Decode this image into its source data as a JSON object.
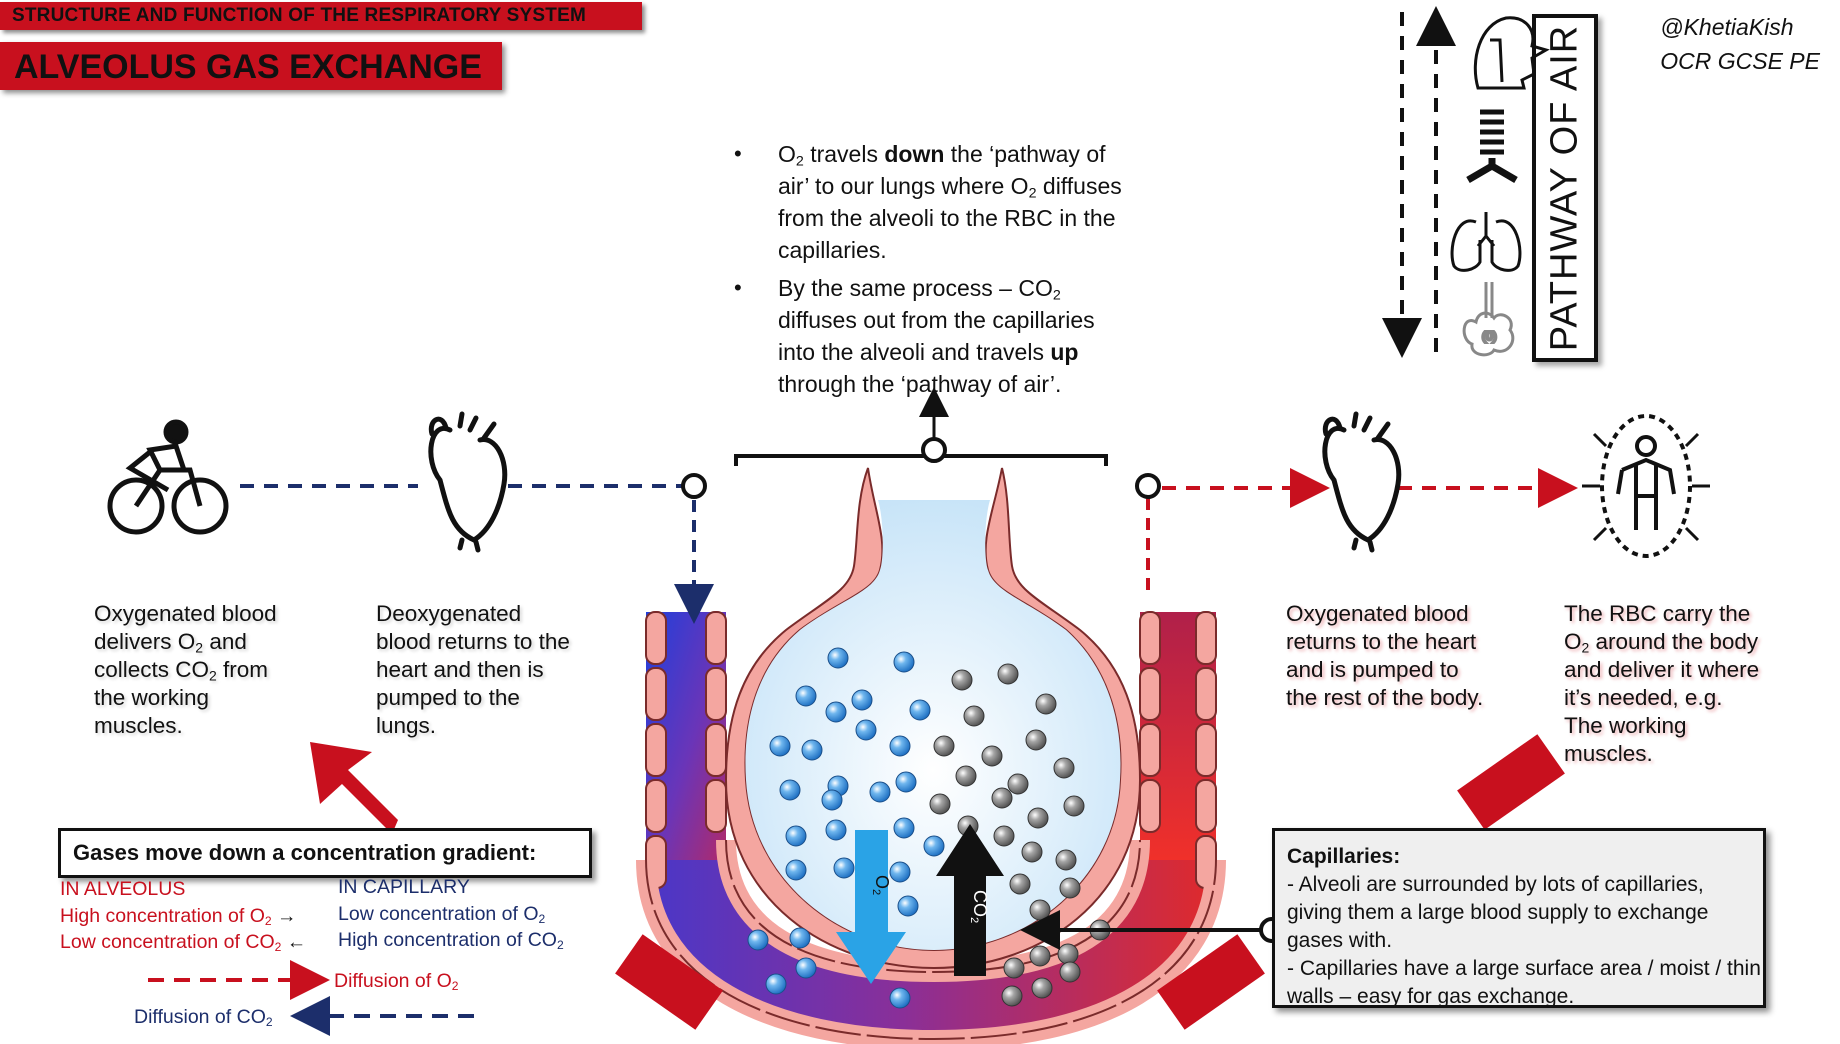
{
  "header": {
    "subtitle": "STRUCTURE AND FUNCTION OF THE RESPIRATORY SYSTEM",
    "title": "ALVEOLUS GAS EXCHANGE"
  },
  "credit": {
    "handle": "@KhetiaKish",
    "course": "OCR GCSE PE"
  },
  "pathway": {
    "label": "PATHWAY OF AIR",
    "icons": [
      "head-airway-icon",
      "trachea-icon",
      "lungs-icon",
      "alveoli-icon"
    ]
  },
  "bullets": {
    "b1": {
      "pre": "O",
      "sub": "2",
      "mid": " travels ",
      "bold": "down",
      "post": " the ‘pathway of air’ to our lungs where O",
      "sub2": "2",
      "end": " diffuses from the alveoli to the RBC in the capillaries."
    },
    "b2": {
      "pre": "By the same process – CO",
      "sub": "2",
      "mid": " diffuses out from the capillaries into the alveoli and travels ",
      "bold": "up",
      "post": " through the ‘pathway of air’."
    }
  },
  "steps": {
    "s1": {
      "p1": "Oxygenated blood delivers O",
      "sub1": "2",
      "p2": " and collects CO",
      "sub2": "2",
      "p3": " from the working muscles."
    },
    "s2": {
      "text": "Deoxygenated blood returns to the heart and then is pumped to the lungs."
    },
    "s3": {
      "text": "Oxygenated blood returns to the heart and is pumped to the rest of the body."
    },
    "s4": {
      "p1": "The RBC carry the O",
      "sub1": "2",
      "p2": " around the body and deliver it where it’s needed, e.g. The working muscles."
    }
  },
  "gradient": {
    "title": "Gases move down a concentration gradient:",
    "alveolus_head": "IN ALVEOLUS",
    "capillary_head": "IN CAPILLARY",
    "alv_high": "High concentration of O",
    "alv_low": "Low concentration of CO",
    "cap_low": "Low concentration of O",
    "cap_high": "High concentration of CO",
    "sub": "2",
    "diff_o2": "Diffusion of O",
    "diff_co2": "Diffusion of CO"
  },
  "capillaries": {
    "title": "Capillaries:",
    "line1": "- Alveoli are surrounded by lots of capillaries, giving them a large blood supply to exchange gases with.",
    "line2": "- Capillaries have a large surface area / moist / thin walls – easy for gas exchange."
  },
  "arrows": {
    "o2_label": "O",
    "co2_label": "CO",
    "sub": "2"
  },
  "colors": {
    "red": "#c8101e",
    "navy": "#1c2e6b",
    "o2_arrow": "#2aa3e6",
    "oxygen": "#3a8fd8",
    "co2_gas": "#8c8c8c"
  }
}
